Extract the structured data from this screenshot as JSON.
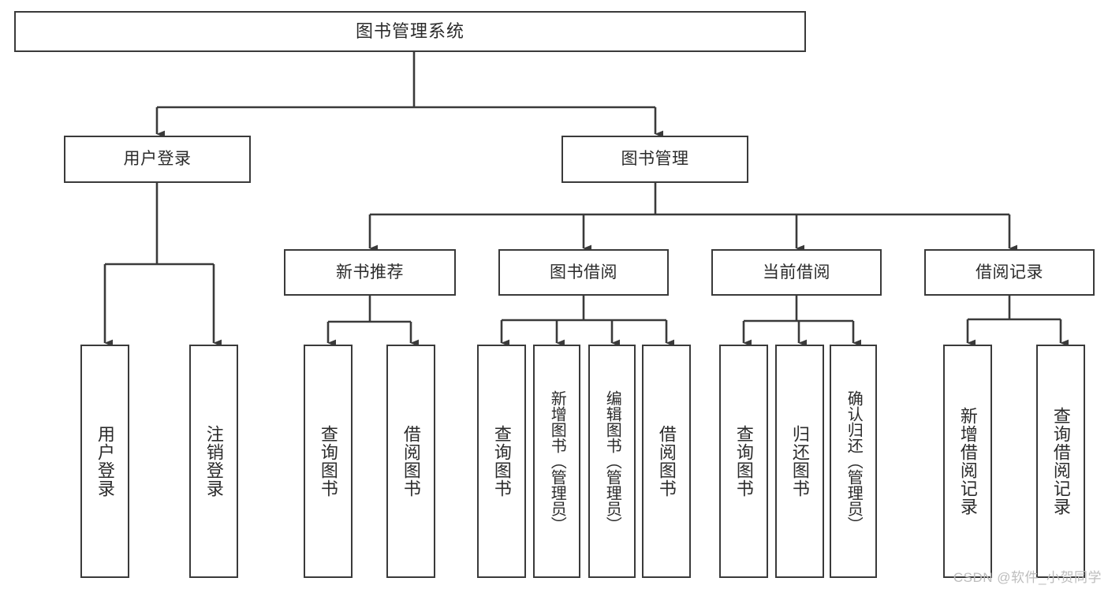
{
  "diagram": {
    "title": "图书管理系统",
    "type": "tree",
    "colors": {
      "background": "#ffffff",
      "node_border": "#3a3a3a",
      "node_fill": "#ffffff",
      "text": "#2b2b2b",
      "connector": "#3a3a3a",
      "watermark": "#bdbdbd"
    },
    "watermark": "CSDN @软件_小贺同学",
    "nodes": {
      "root": {
        "label": "图书管理系统"
      },
      "level2": [
        {
          "label": "用户登录"
        },
        {
          "label": "图书管理"
        }
      ],
      "level3": [
        {
          "label": "新书推荐"
        },
        {
          "label": "图书借阅"
        },
        {
          "label": "当前借阅"
        },
        {
          "label": "借阅记录"
        }
      ],
      "leaves_user_login": [
        {
          "label": "用户登录"
        },
        {
          "label": "注销登录"
        }
      ],
      "leaves_new_books": [
        {
          "label": "查询图书"
        },
        {
          "label": "借阅图书"
        }
      ],
      "leaves_borrow": [
        {
          "label": "查询图书"
        },
        {
          "label": "新增图书（管理员）"
        },
        {
          "label": "编辑图书（管理员）"
        },
        {
          "label": "借阅图书"
        }
      ],
      "leaves_current": [
        {
          "label": "查询图书"
        },
        {
          "label": "归还图书"
        },
        {
          "label": "确认归还（管理员）"
        }
      ],
      "leaves_records": [
        {
          "label": "新增借阅记录"
        },
        {
          "label": "查询借阅记录"
        }
      ]
    }
  }
}
